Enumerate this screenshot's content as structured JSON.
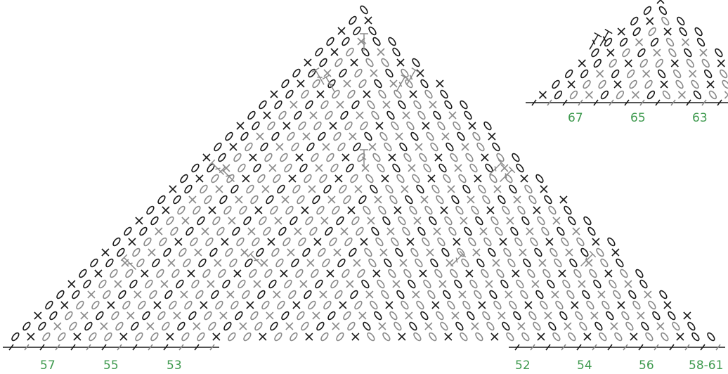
{
  "diagram": {
    "kind": "crochet stitch chart",
    "colors": {
      "dark_stitch": "#1a1a1a",
      "light_stitch": "#8a8a8a",
      "row_number": "#3f9a4f"
    },
    "stitch_types": [
      "chain (oval)",
      "single crochet (x)",
      "double crochet (T with bar)",
      "foundation line"
    ],
    "row_labels": {
      "bottom_left": [
        "57",
        "55",
        "53"
      ],
      "bottom_right": [
        "52",
        "54",
        "56",
        "58-61"
      ],
      "top_right": [
        "67",
        "65",
        "63"
      ]
    }
  }
}
